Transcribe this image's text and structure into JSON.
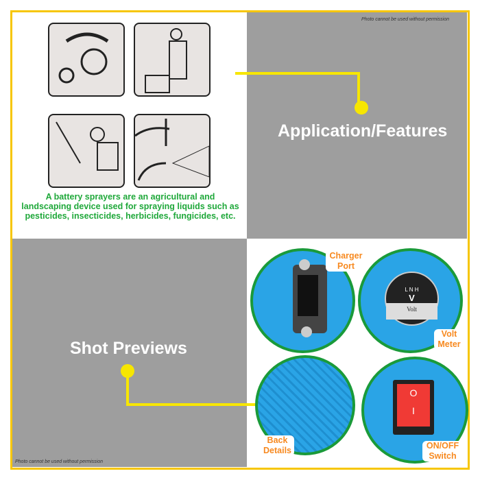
{
  "watermark_top": "Photo cannot be used without permission",
  "watermark_bottom": "Photo cannot be used without permission",
  "description": "A battery sprayers are an agricultural and landscaping device used for spraying liquids such as pesticides, insecticides, herbicides, fungicides, etc.",
  "application_title": "Application/Features",
  "previews_title": "Shot Previews",
  "labels": {
    "charger": "Charger Port",
    "volt": "Volt Meter",
    "back": "Back Details",
    "switch": "ON/OFF Switch"
  },
  "meter": {
    "marks": "L N H",
    "unit": "V",
    "caption": "Volt"
  },
  "switch_symbols": {
    "off": "O",
    "on": "I"
  },
  "colors": {
    "frame": "#f7c600",
    "accent": "#f7e600",
    "green": "#1fa83a",
    "orange": "#f7891f",
    "gray": "#9e9e9e",
    "blue": "#2aa4e6"
  }
}
